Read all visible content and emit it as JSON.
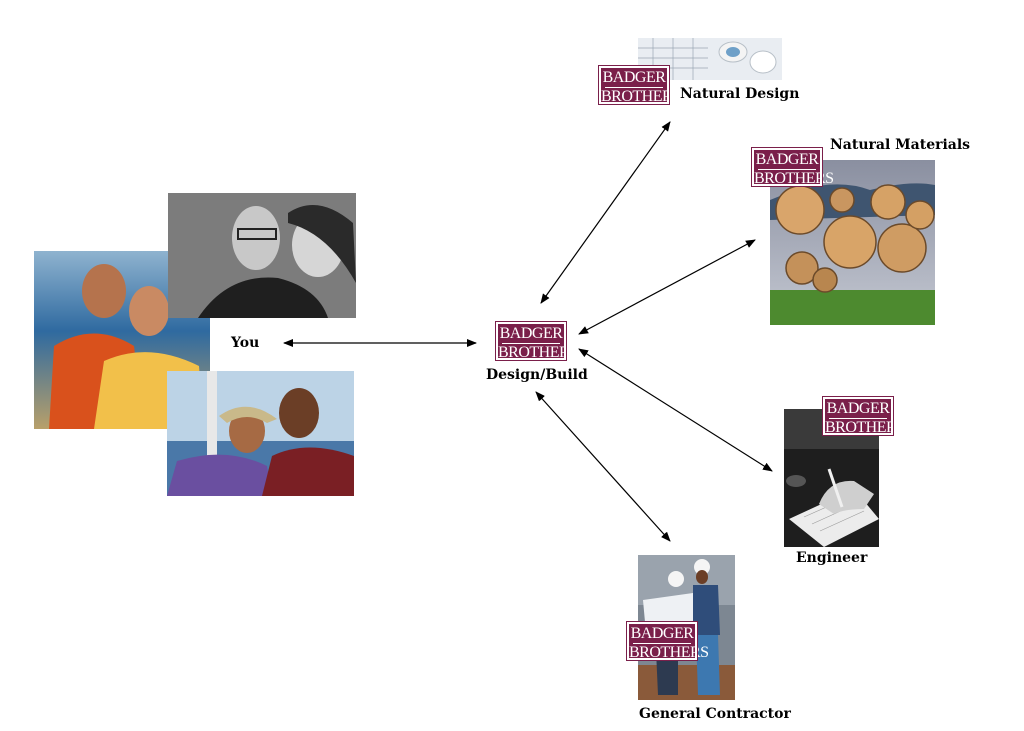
{
  "logo": {
    "line1": "BADGER",
    "line2": "BROTHERS",
    "color": "#7a1f4a"
  },
  "nodes": {
    "center": "Design/Build",
    "you": "You",
    "design": "Natural Design",
    "materials": "Natural Materials",
    "engineer": "Engineer",
    "contractor": "General Contractor"
  },
  "photos": [
    {
      "name": "couple-bw-photo",
      "desc": "black and white couple"
    },
    {
      "name": "couple-orange-photo",
      "desc": "couple in orange and yellow"
    },
    {
      "name": "couple-boat-photo",
      "desc": "couple on a boat"
    },
    {
      "name": "blueprints-photo",
      "desc": "rolled blueprints"
    },
    {
      "name": "logs-photo",
      "desc": "stacked logs"
    },
    {
      "name": "engineer-photo",
      "desc": "hand writing"
    },
    {
      "name": "contractor-photo",
      "desc": "workers with plans"
    }
  ]
}
